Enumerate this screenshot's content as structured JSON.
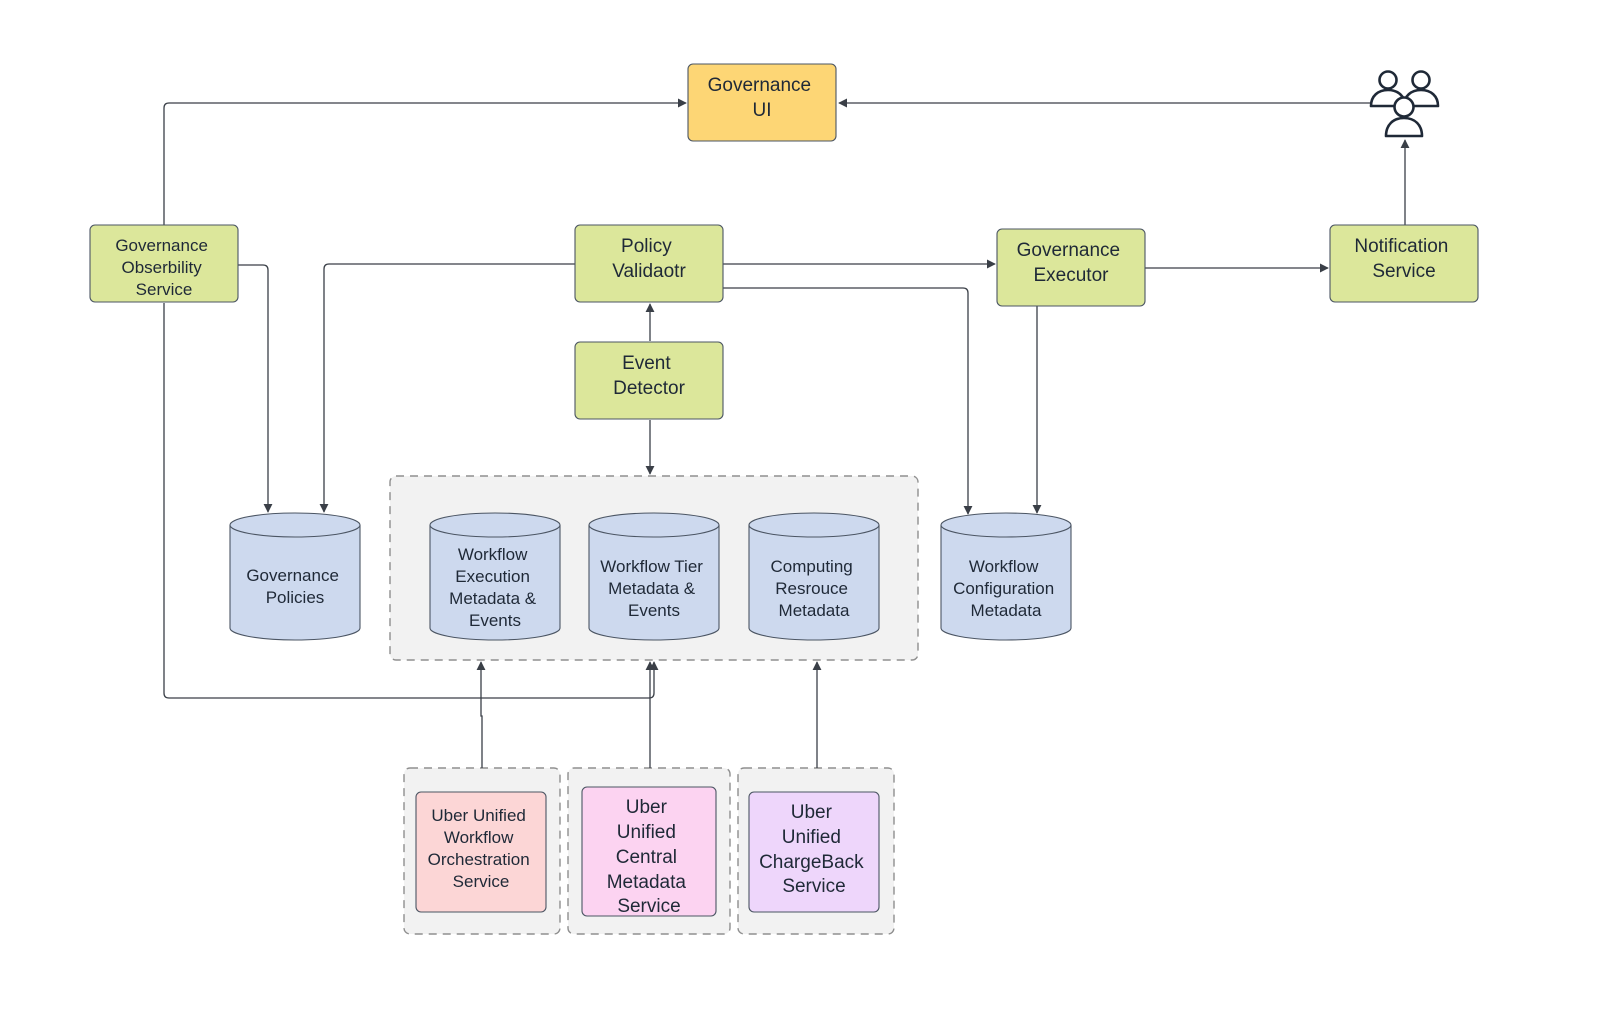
{
  "nodes": {
    "governance_ui": {
      "lines": [
        "Governance",
        "UI"
      ]
    },
    "observability": {
      "lines": [
        "Governance",
        "Obserbility",
        "Service"
      ]
    },
    "policy_validator": {
      "lines": [
        "Policy",
        "Validaotr"
      ]
    },
    "executor": {
      "lines": [
        "Governance",
        "Executor"
      ]
    },
    "notification": {
      "lines": [
        "Notification",
        "Service"
      ]
    },
    "event_detector": {
      "lines": [
        "Event",
        "Detector"
      ]
    }
  },
  "stores": {
    "governance_policies": {
      "lines": [
        "Governance",
        "Policies"
      ]
    },
    "workflow_execution": {
      "lines": [
        "Workflow",
        "Execution",
        "Metadata &",
        "Events"
      ]
    },
    "workflow_tier": {
      "lines": [
        "Workflow Tier",
        "Metadata &",
        "Events"
      ]
    },
    "computing_resource": {
      "lines": [
        "Computing",
        "Resrouce",
        "Metadata"
      ]
    },
    "workflow_configuration": {
      "lines": [
        "Workflow",
        "Configuration",
        "Metadata"
      ]
    }
  },
  "services": {
    "orchestration": {
      "lines": [
        "Uber Unified",
        "Workflow",
        "Orchestration",
        "Service"
      ]
    },
    "central_metadata": {
      "lines": [
        "Uber",
        "Unified",
        "Central",
        "Metadata",
        "Service"
      ]
    },
    "chargeback": {
      "lines": [
        "Uber",
        "Unified",
        "ChargeBack",
        "Service"
      ]
    }
  },
  "icons": {
    "users": "users-icon"
  },
  "colors": {
    "ui": "#fdd675",
    "service": "#dce79b",
    "store": "#cdd9ee",
    "group": "#f2f2f2",
    "orchestration": "#fcd6d6",
    "central_metadata": "#fcd3f1",
    "chargeback": "#eed6fb"
  }
}
